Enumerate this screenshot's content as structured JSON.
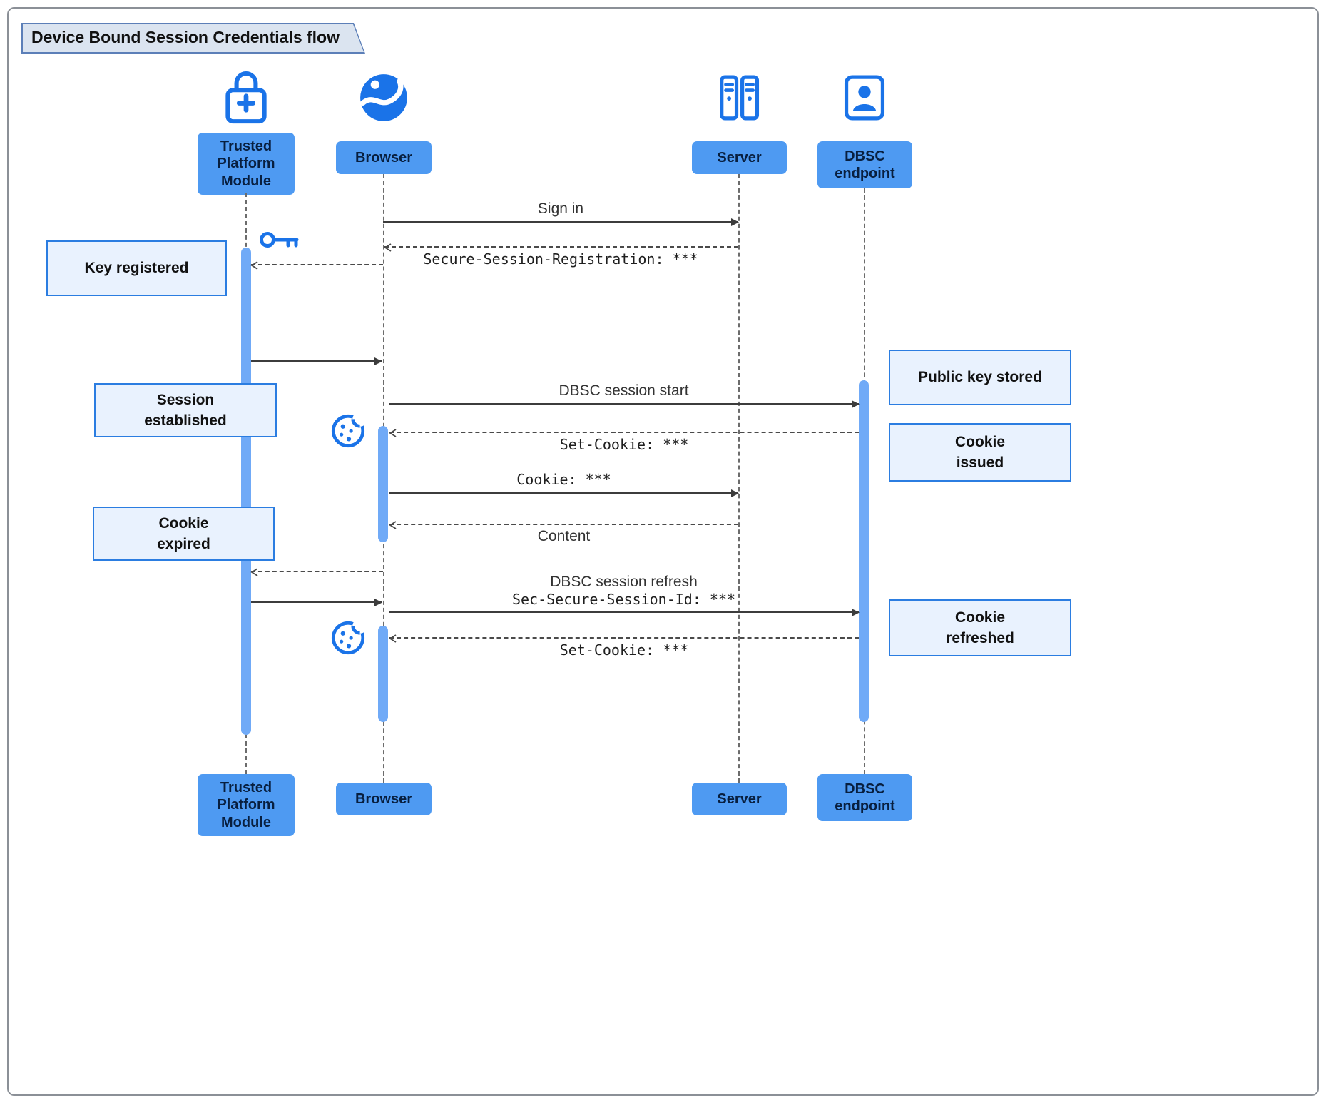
{
  "title": "Device Bound Session Credentials flow",
  "actors": {
    "tpm": {
      "label": "Trusted\nPlatform\nModule",
      "icon": "lock-plus-icon"
    },
    "browser": {
      "label": "Browser",
      "icon": "globe-icon"
    },
    "server": {
      "label": "Server",
      "icon": "server-icon"
    },
    "dbsc": {
      "label": "DBSC\nendpoint",
      "icon": "id-badge-icon"
    }
  },
  "messages": {
    "sign_in": "Sign in",
    "secure_session_registration": "Secure-Session-Registration: ***",
    "dbsc_session_start": "DBSC session start",
    "set_cookie_1": "Set-Cookie: ***",
    "cookie": "Cookie: ***",
    "content": "Content",
    "dbsc_session_refresh": "DBSC session refresh",
    "sec_secure_session_id": "Sec-Secure-Session-Id: ***",
    "set_cookie_2": "Set-Cookie: ***"
  },
  "notes": {
    "key_registered": "Key registered",
    "session_established": "Session\nestablished",
    "cookie_expired": "Cookie\nexpired",
    "public_key_stored": "Public key stored",
    "cookie_issued": "Cookie\nissued",
    "cookie_refreshed": "Cookie\nrefreshed"
  },
  "colors": {
    "accent": "#1a73e8",
    "actor_box": "#4e9af2",
    "activation_bar": "#70aaf7",
    "note_background": "#e9f2fe",
    "note_border": "#2b7de1",
    "arrow": "#3c3c3c"
  }
}
